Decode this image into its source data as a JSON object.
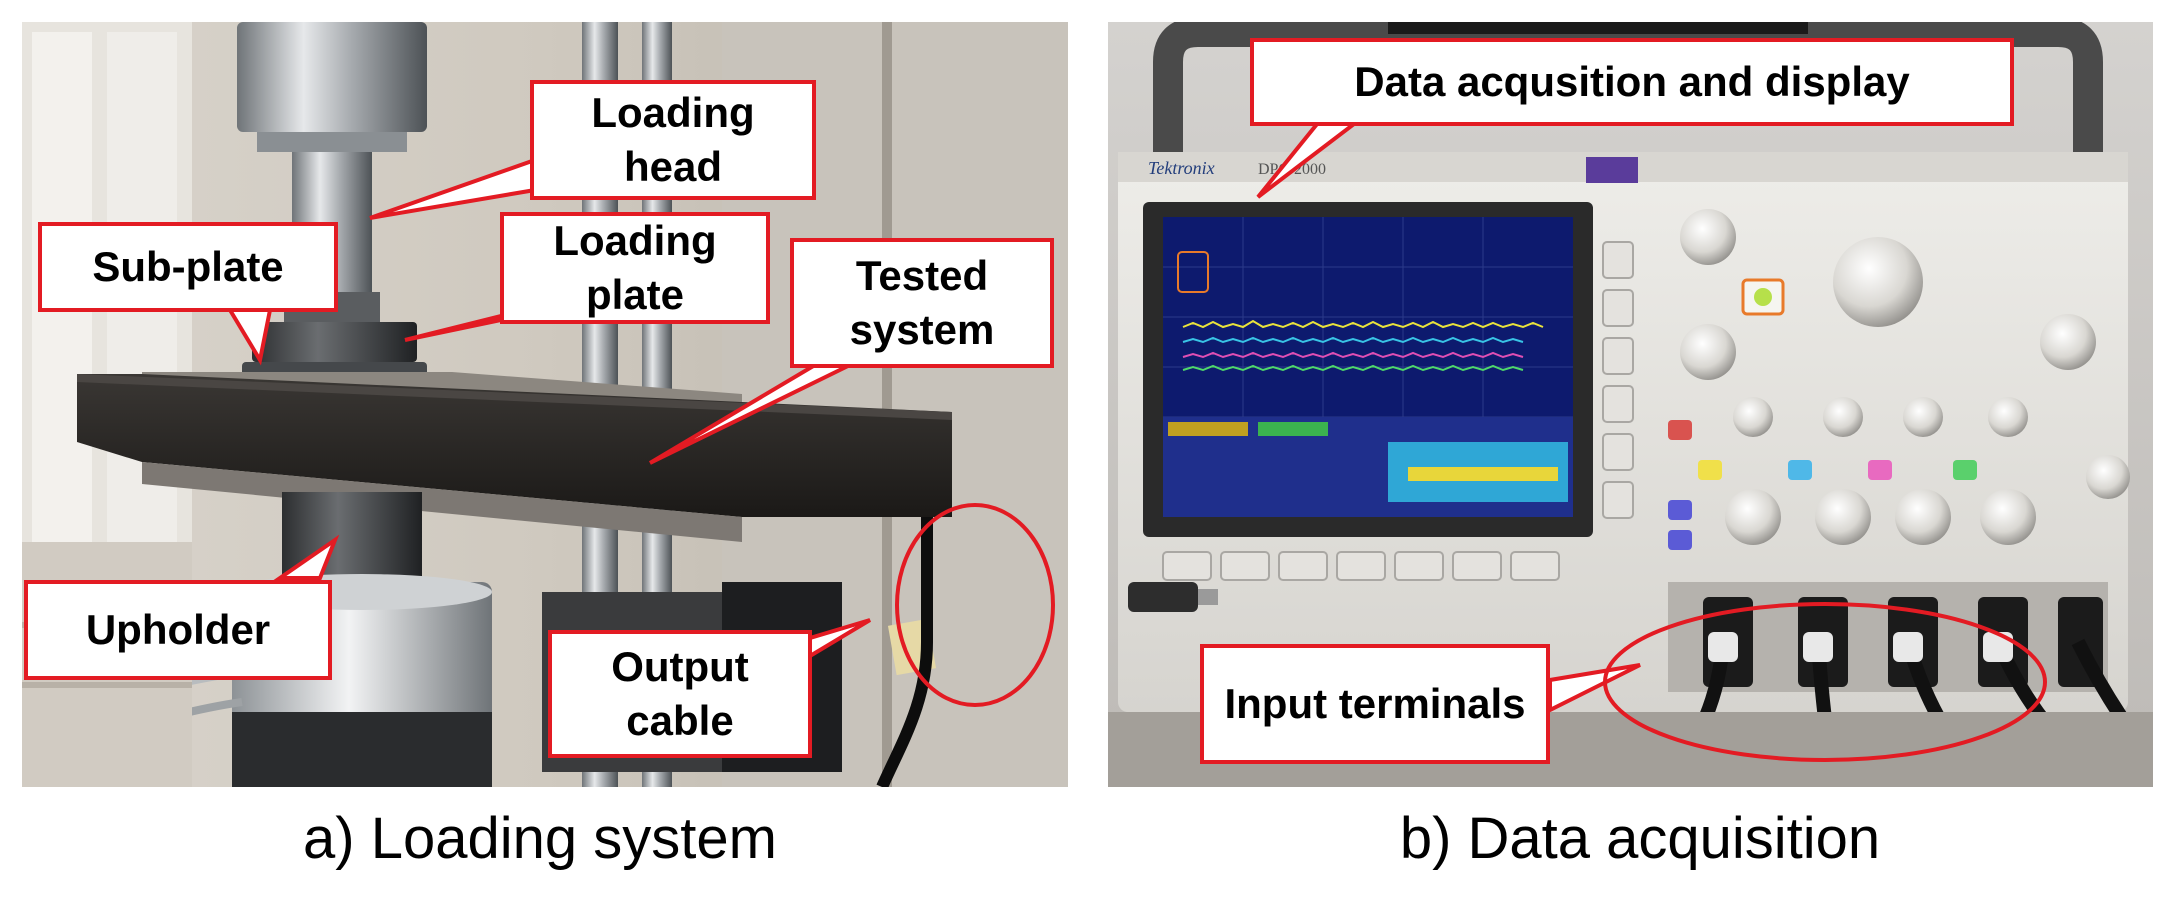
{
  "panel_a": {
    "caption": "a) Loading system",
    "labels": {
      "loading_head": "Loading head",
      "loading_plate": "Loading plate",
      "sub_plate": "Sub-plate",
      "tested_system": "Tested system",
      "upholder": "Upholder",
      "output_cable": "Output cable"
    }
  },
  "panel_b": {
    "caption": "b) Data acquisition",
    "labels": {
      "data_acquisition_display": "Data acqusition and display",
      "input_terminals": "Input terminals"
    },
    "oscilloscope_brand": "Tektronix",
    "oscilloscope_model": "DPO 2000"
  },
  "colors": {
    "callout_border": "#e31b23",
    "callout_fill": "#ffffff"
  }
}
